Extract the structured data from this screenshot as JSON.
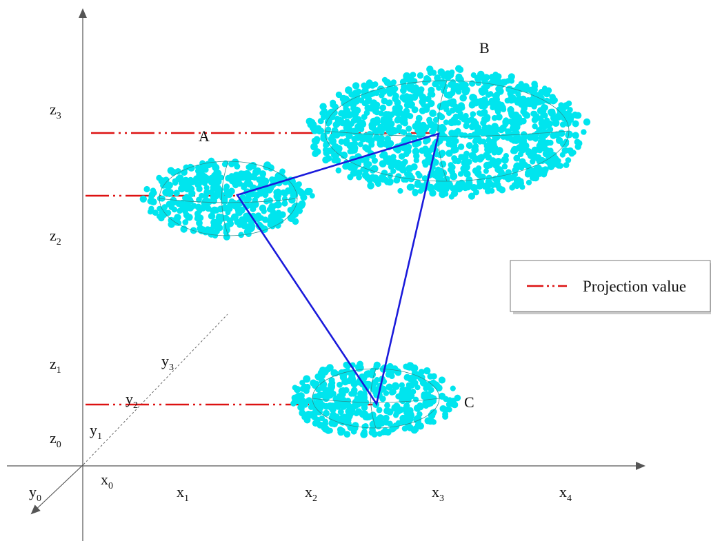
{
  "axes": {
    "x_ticks": [
      {
        "base": "x",
        "sub": "0"
      },
      {
        "base": "x",
        "sub": "1"
      },
      {
        "base": "x",
        "sub": "2"
      },
      {
        "base": "x",
        "sub": "3"
      },
      {
        "base": "x",
        "sub": "4"
      }
    ],
    "z_ticks": [
      {
        "base": "z",
        "sub": "3"
      },
      {
        "base": "z",
        "sub": "2"
      },
      {
        "base": "z",
        "sub": "1"
      },
      {
        "base": "z",
        "sub": "0"
      }
    ],
    "y_ticks": [
      {
        "base": "y",
        "sub": "0"
      },
      {
        "base": "y",
        "sub": "1"
      },
      {
        "base": "y",
        "sub": "2"
      },
      {
        "base": "y",
        "sub": "3"
      }
    ]
  },
  "clusters": [
    {
      "name": "A"
    },
    {
      "name": "B"
    },
    {
      "name": "C"
    }
  ],
  "legend": {
    "label": "Projection value"
  },
  "colors": {
    "cluster_fill": "#00e5ee",
    "triangle": "#1a1adb",
    "projection": "#dd1111",
    "axis": "#555555"
  }
}
